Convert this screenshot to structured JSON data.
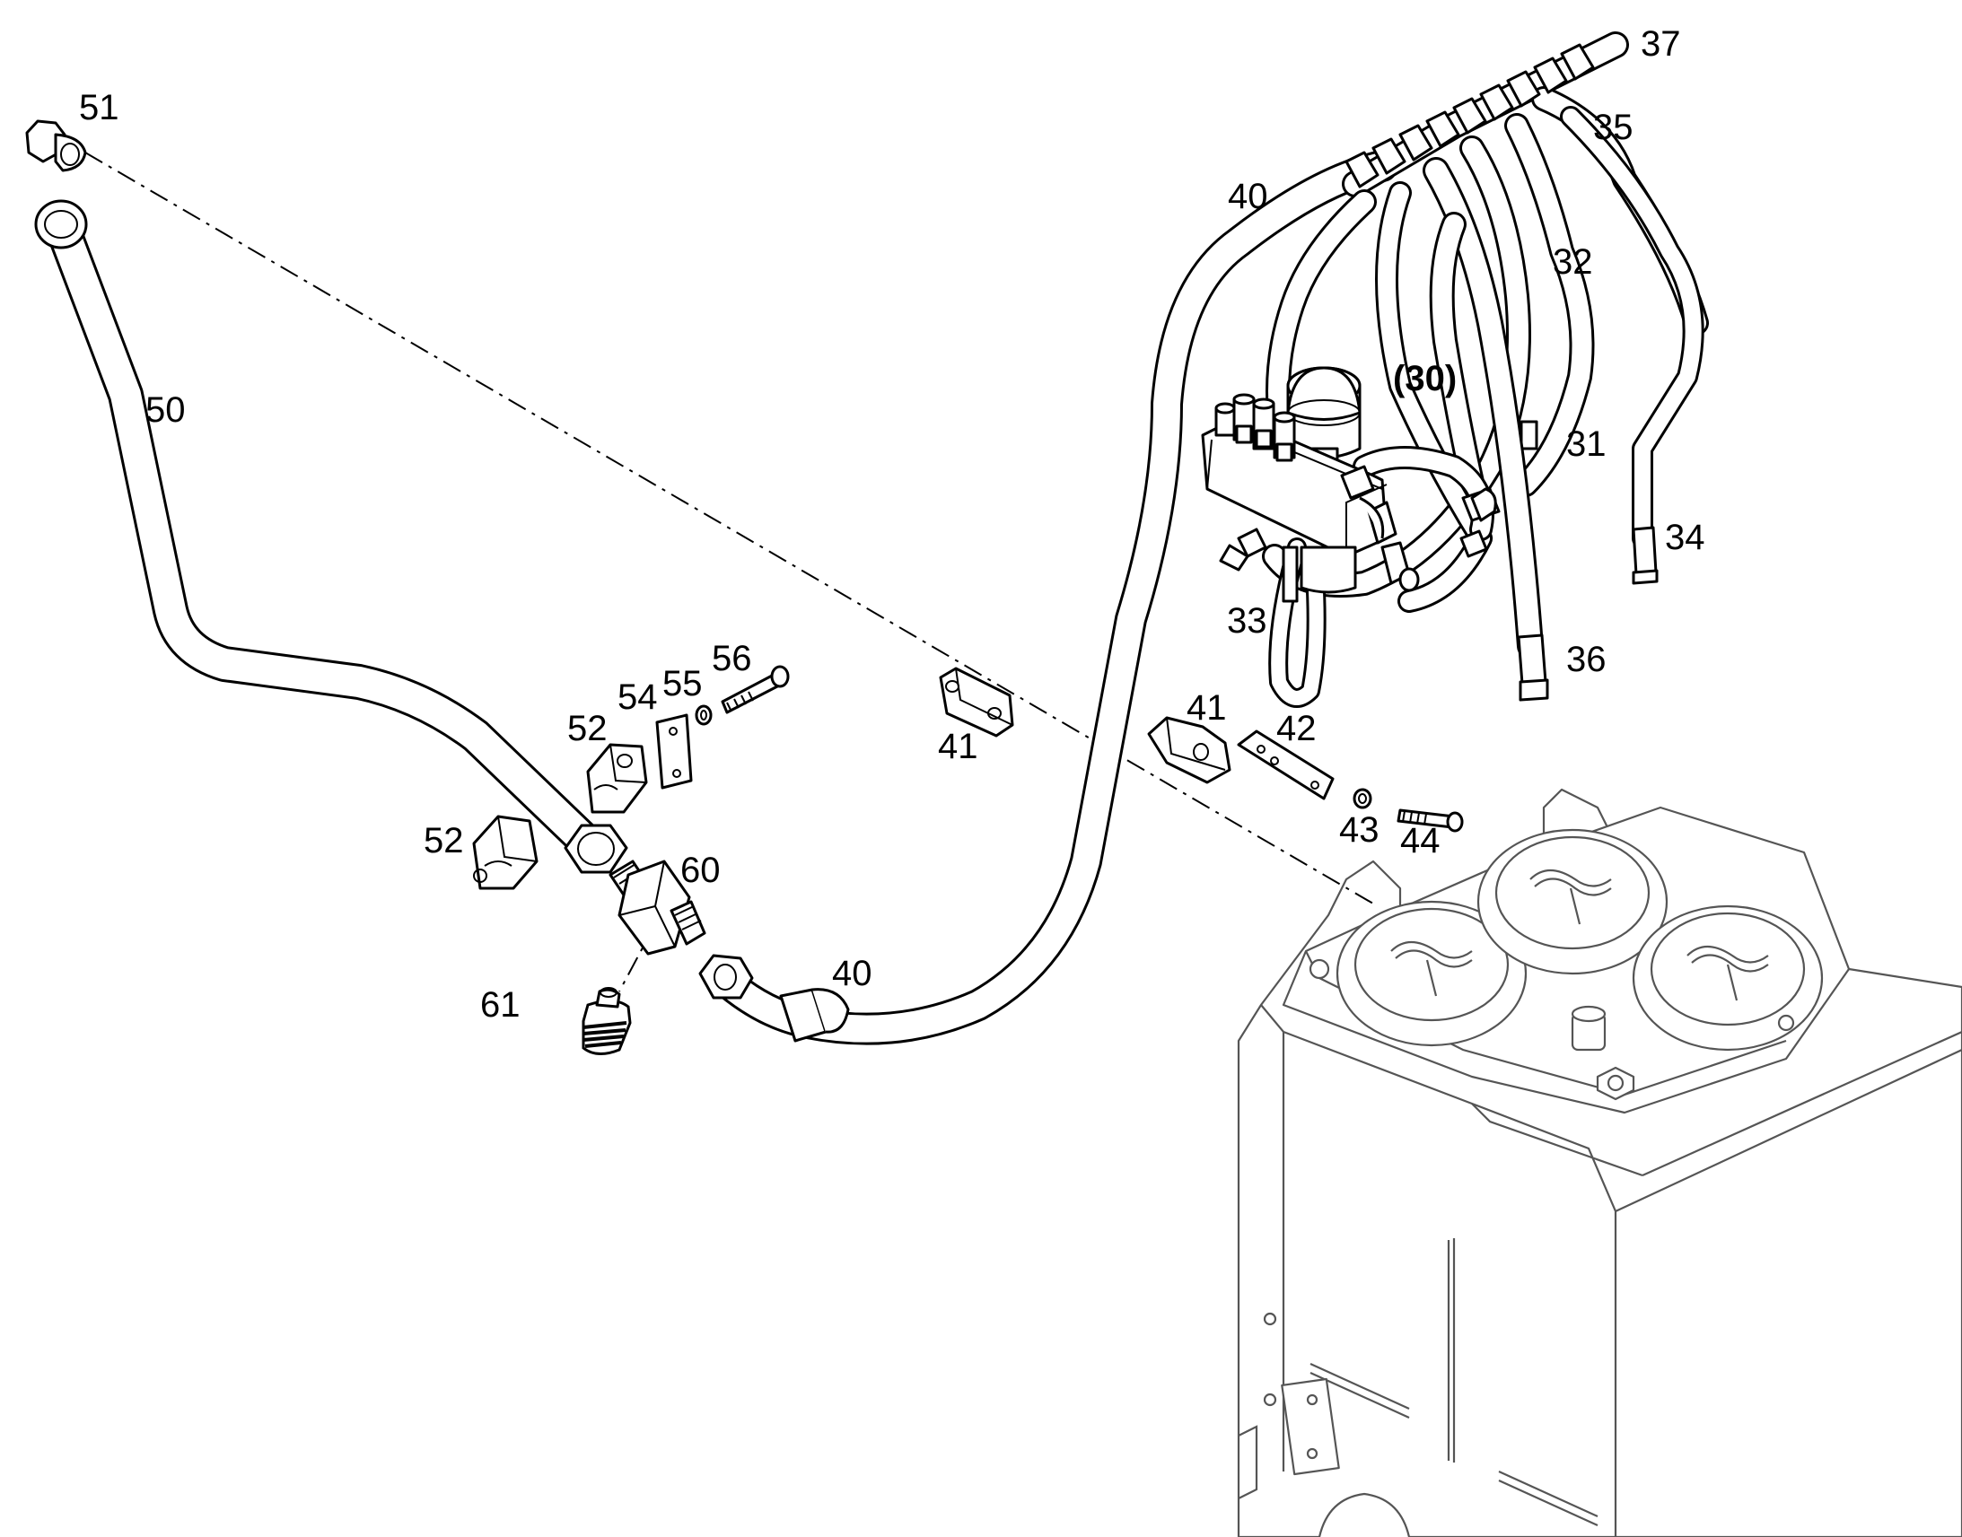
{
  "callouts": {
    "c51": "51",
    "c50": "50",
    "c52a": "52",
    "c52b": "52",
    "c54": "54",
    "c55": "55",
    "c56": "56",
    "c60": "60",
    "c61": "61",
    "c41a": "41",
    "c41b": "41",
    "c42": "42",
    "c43": "43",
    "c44": "44",
    "c40a": "40",
    "c40b": "40",
    "c37": "37",
    "c35": "35",
    "c32": "32",
    "c30": "(30)",
    "c31": "31",
    "c34": "34",
    "c33": "33",
    "c36": "36"
  }
}
